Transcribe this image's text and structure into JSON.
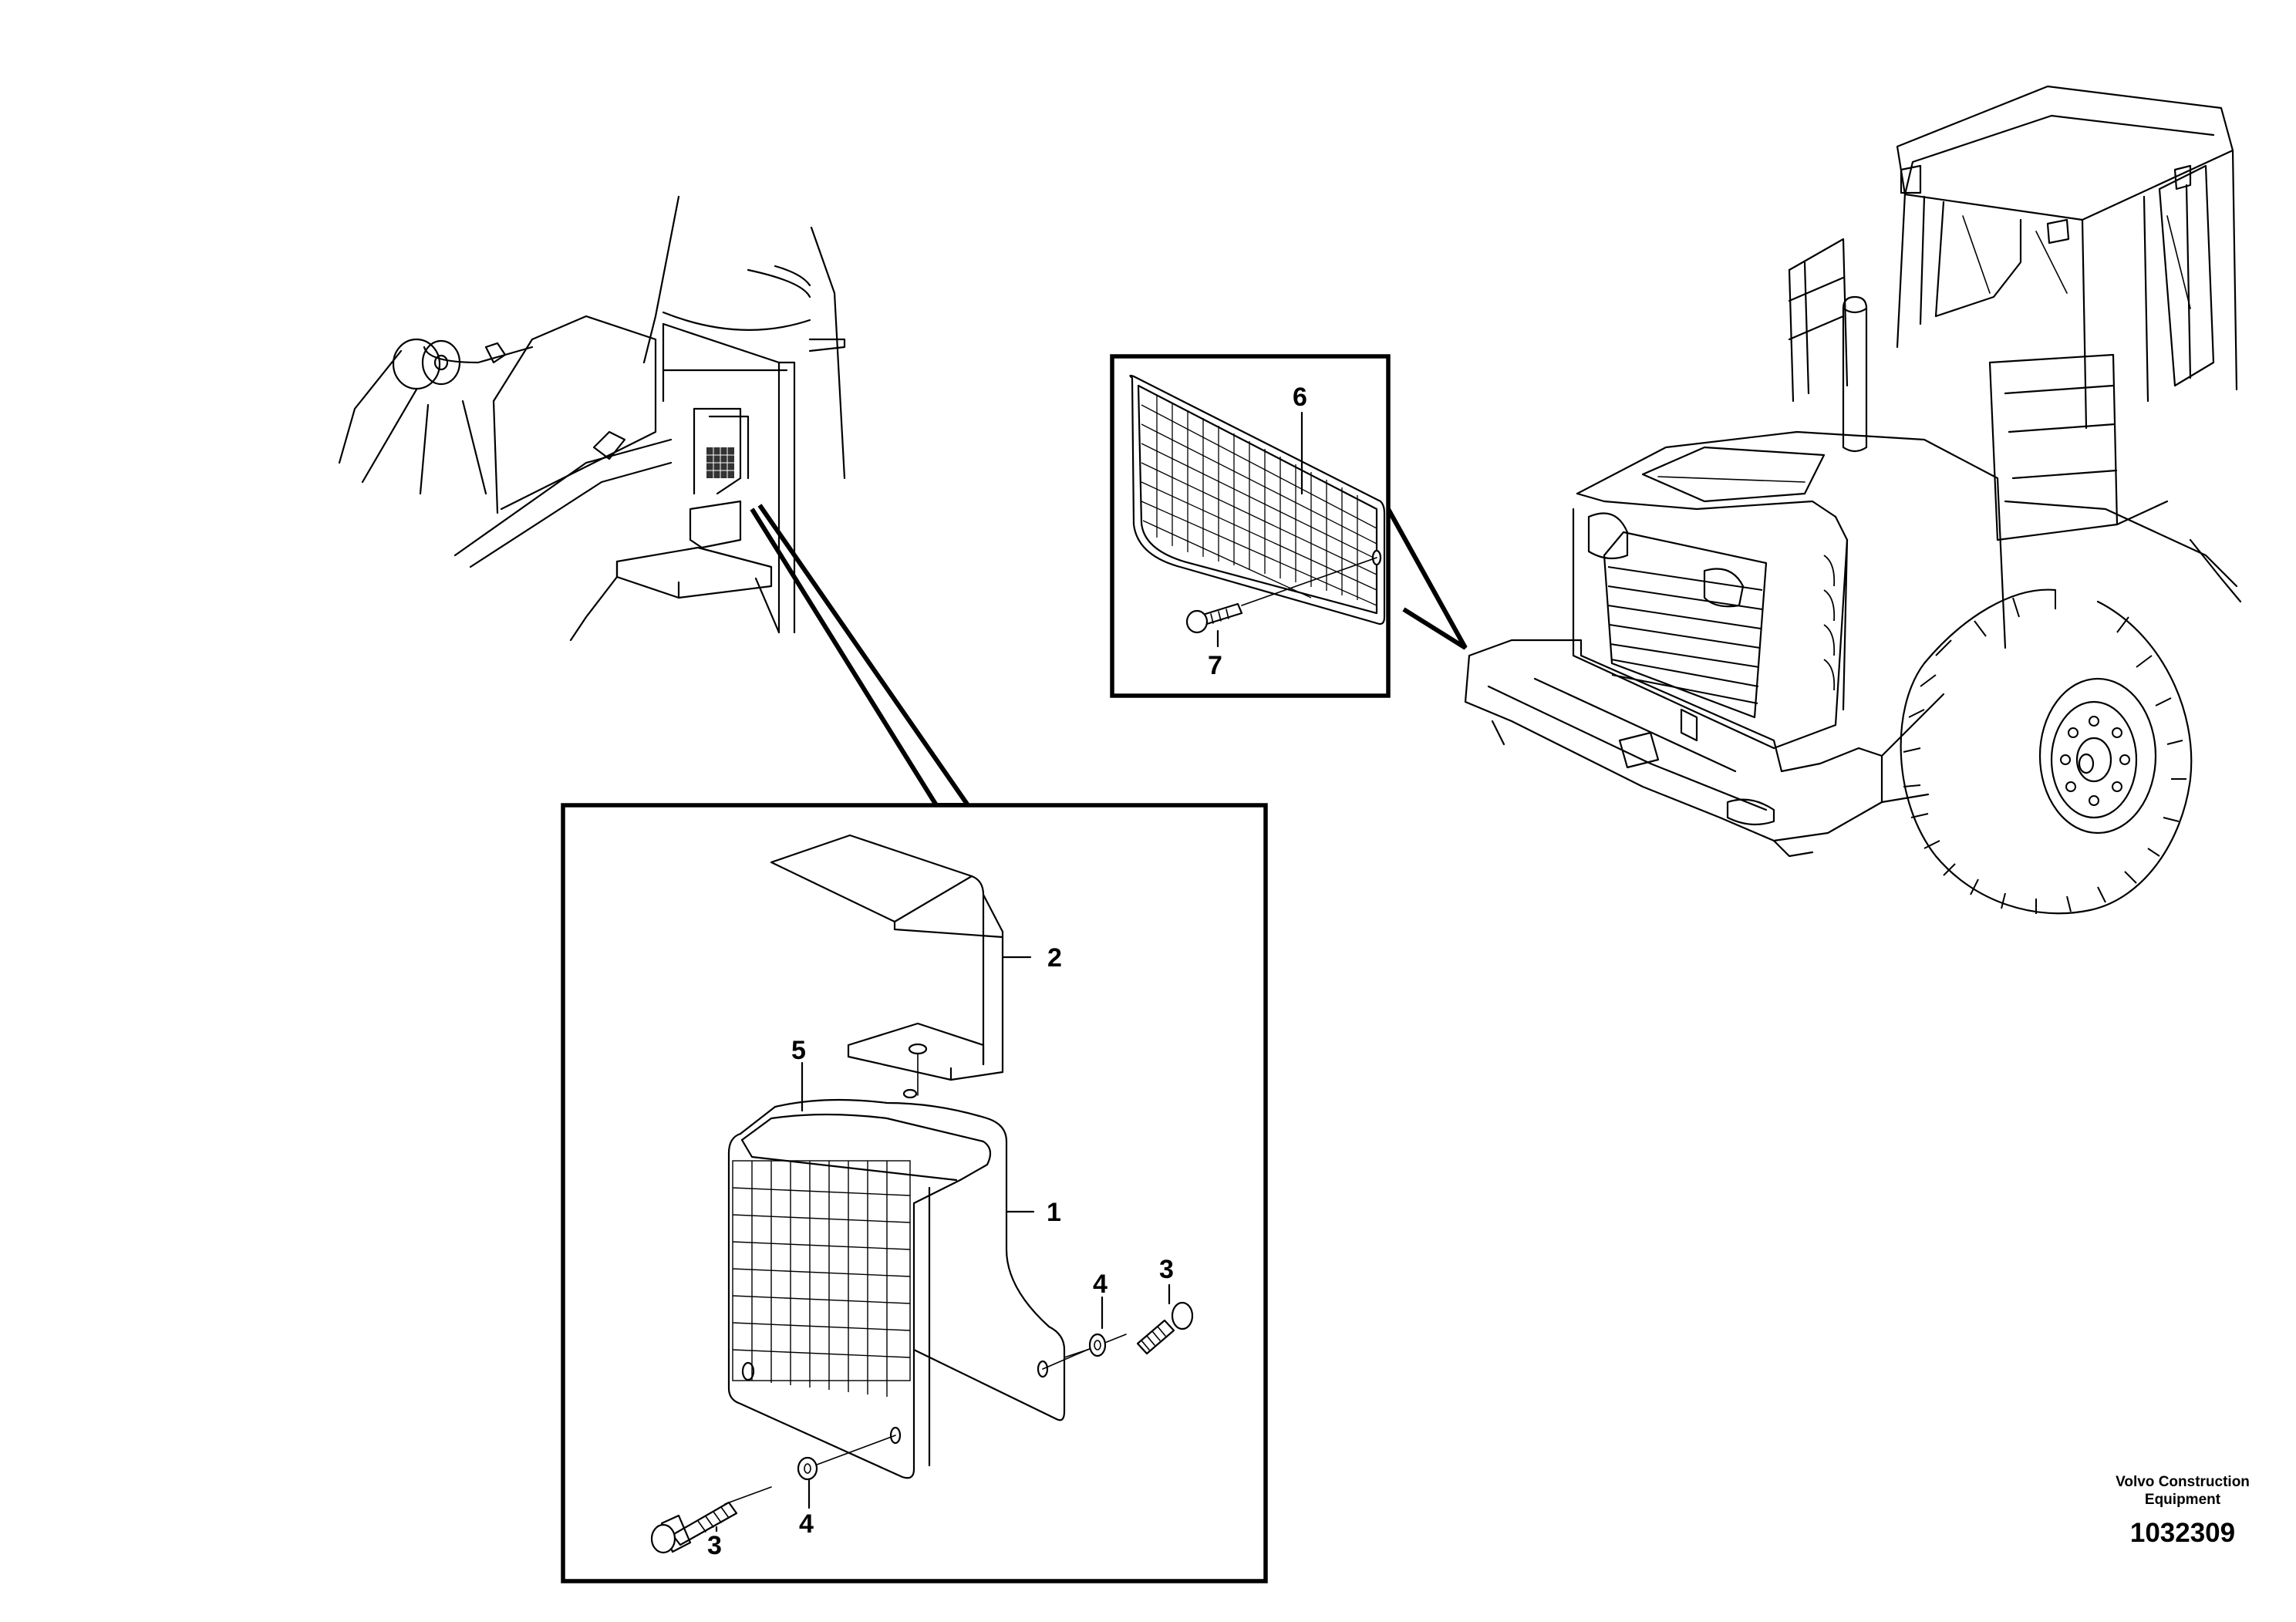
{
  "callouts": {
    "c1": "1",
    "c2": "2",
    "c3a": "3",
    "c3b": "3",
    "c4a": "4",
    "c4b": "4",
    "c5": "5",
    "c6": "6",
    "c7": "7"
  },
  "footer": {
    "brand_line1": "Volvo Construction",
    "brand_line2": "Equipment",
    "document_number": "1032309"
  }
}
